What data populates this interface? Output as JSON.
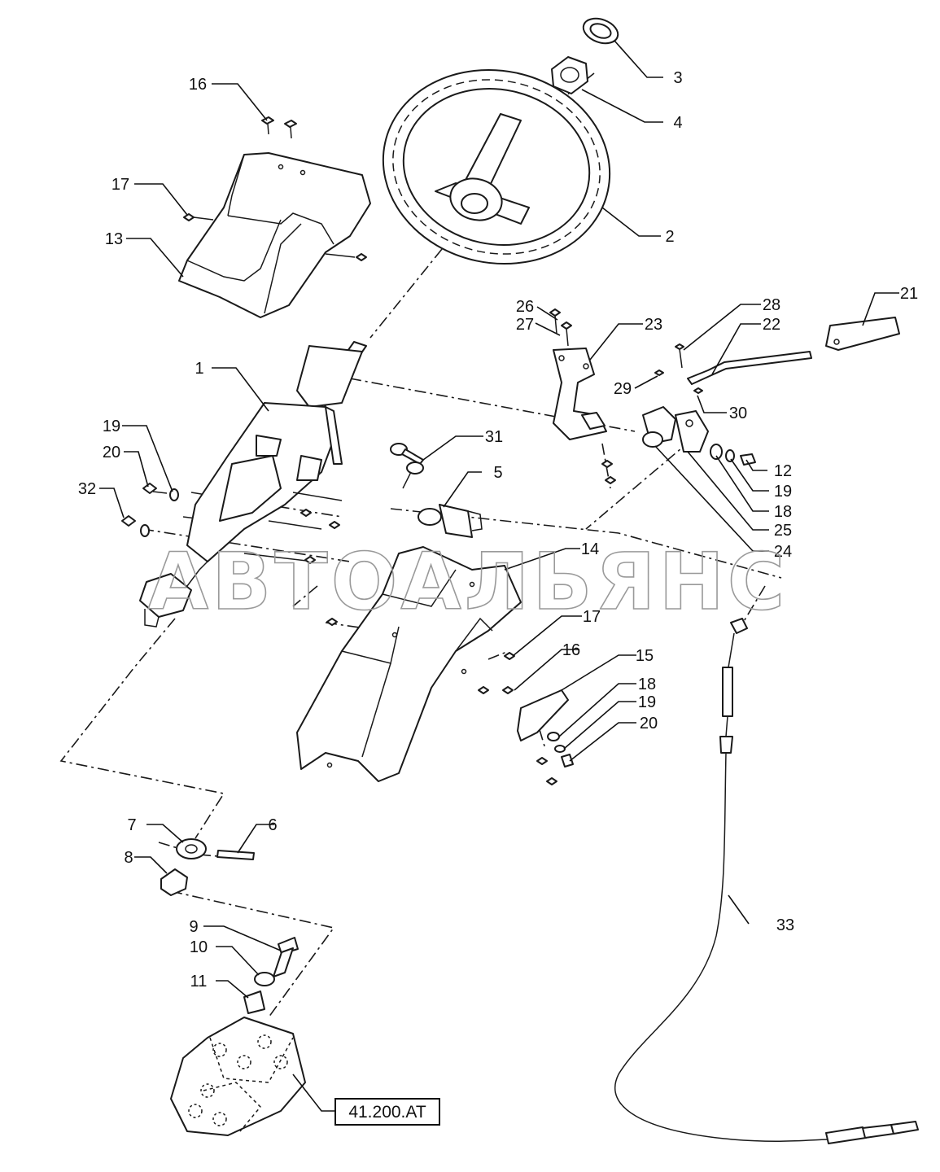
{
  "callouts": [
    {
      "num": "1"
    },
    {
      "num": "2"
    },
    {
      "num": "3"
    },
    {
      "num": "4"
    },
    {
      "num": "5"
    },
    {
      "num": "6"
    },
    {
      "num": "7"
    },
    {
      "num": "8"
    },
    {
      "num": "9"
    },
    {
      "num": "10"
    },
    {
      "num": "11"
    },
    {
      "num": "12"
    },
    {
      "num": "13"
    },
    {
      "num": "14"
    },
    {
      "num": "15"
    },
    {
      "num": "16"
    },
    {
      "num": "16"
    },
    {
      "num": "17"
    },
    {
      "num": "17"
    },
    {
      "num": "18"
    },
    {
      "num": "18"
    },
    {
      "num": "19"
    },
    {
      "num": "19"
    },
    {
      "num": "19"
    },
    {
      "num": "20"
    },
    {
      "num": "20"
    },
    {
      "num": "21"
    },
    {
      "num": "22"
    },
    {
      "num": "23"
    },
    {
      "num": "24"
    },
    {
      "num": "25"
    },
    {
      "num": "26"
    },
    {
      "num": "27"
    },
    {
      "num": "28"
    },
    {
      "num": "29"
    },
    {
      "num": "30"
    },
    {
      "num": "31"
    },
    {
      "num": "32"
    },
    {
      "num": "33"
    }
  ],
  "reference_box": "41.200.AT",
  "watermark": "АВТОАЛЬЯНС"
}
